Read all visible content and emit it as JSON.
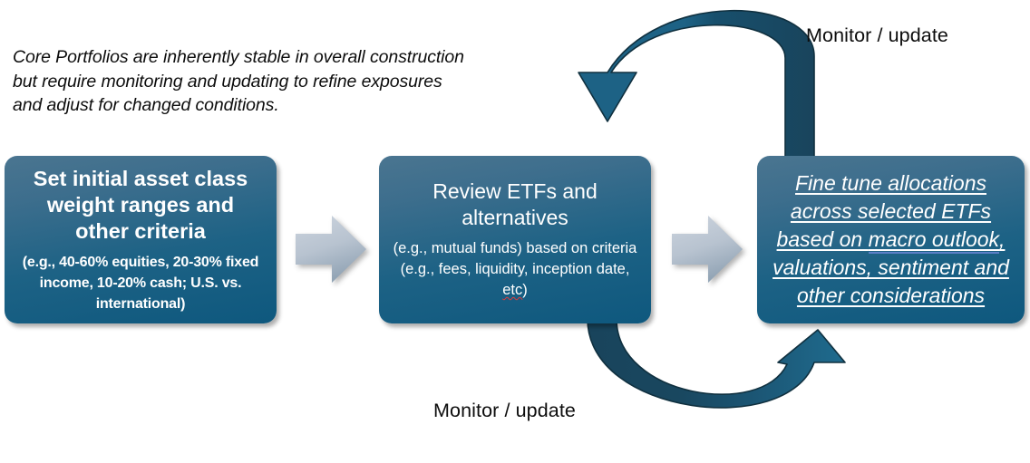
{
  "intro": {
    "text": "Core Portfolios are inherently stable in overall construction but require monitoring and updating to refine exposures and adjust for changed conditions."
  },
  "boxes": [
    {
      "id": "box1",
      "title": "Set initial asset class weight ranges and other criteria",
      "subtitle": "(e.g., 40-60% equities, 20-30% fixed income, 10-20% cash; U.S. vs. international)"
    },
    {
      "id": "box2",
      "title": "Review ETFs and alternatives",
      "subtitle_part1": "(e.g., mutual funds) based on criteria (e.g., fees, liquidity, inception date, ",
      "subtitle_misspelled": "etc",
      "subtitle_part2": ")"
    },
    {
      "id": "box3",
      "title_part1": "Fine tune allocations across selected ETFs based on ",
      "title_grammar": "macro outlook",
      "title_part2": ", valuations, sentiment and other considerations"
    }
  ],
  "flow_arrows": [
    {
      "name": "gray-arrow-1",
      "direction": "right"
    },
    {
      "name": "gray-arrow-2",
      "direction": "right"
    }
  ],
  "feedback_loops": [
    {
      "name": "top-loop",
      "label": "Monitor / update",
      "from": "box3",
      "to": "box2",
      "direction": "right-to-left"
    },
    {
      "name": "bottom-loop",
      "label": "Monitor / update",
      "from": "box2",
      "to": "box3",
      "direction": "left-to-right"
    }
  ],
  "colors": {
    "box_gradient_top": "#4a7590",
    "box_gradient_bottom": "#0e587e",
    "arrow_dark": "#1b4f6b",
    "arrow_light": "#1d6285",
    "gray_arrow_light": "#c3cbd6",
    "gray_arrow_dark": "#8fa3b4",
    "text_dark": "#0d0d0d",
    "text_light": "#ffffff",
    "spellcheck_red": "#e03a3a",
    "grammar_blue": "#5b7fc7"
  }
}
